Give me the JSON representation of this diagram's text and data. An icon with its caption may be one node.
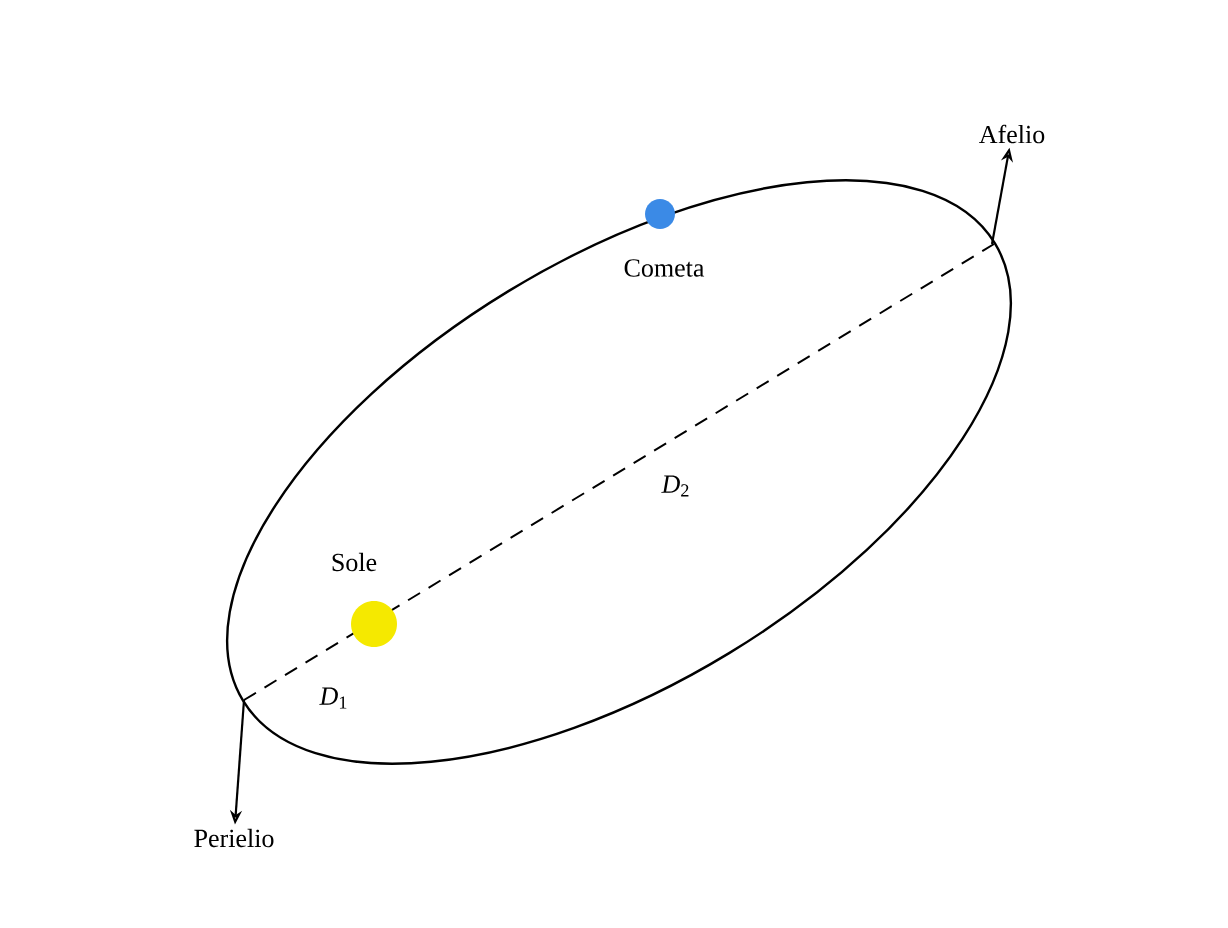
{
  "diagram": {
    "nodes": [
      {
        "text": [
          "Perielio"
        ]
      },
      {
        "text": [
          "Afelio"
        ]
      }
    ],
    "edges": [
      {
        "from": null,
        "to": 0,
        "arrow": "to"
      },
      {
        "from": null,
        "to": 1,
        "arrow": "to"
      }
    ],
    "labels": [
      "Cometa",
      "*D*$_{2}$",
      "Sole",
      "*D*$_{1}$"
    ]
  }
}
